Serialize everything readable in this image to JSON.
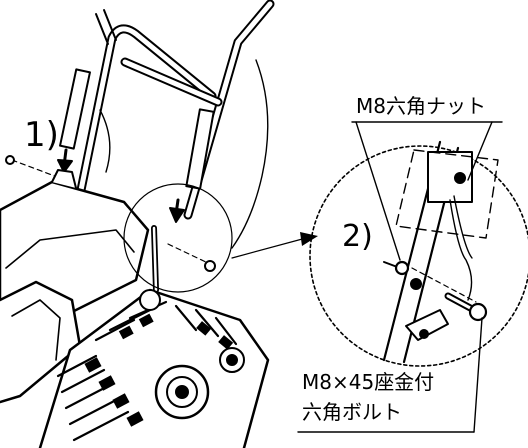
{
  "step_1": "1)",
  "step_2": "2)",
  "label_nut": "M8六角ナット",
  "label_bolt_line1": "M8×45座金付",
  "label_bolt_line2": "六角ボルト"
}
